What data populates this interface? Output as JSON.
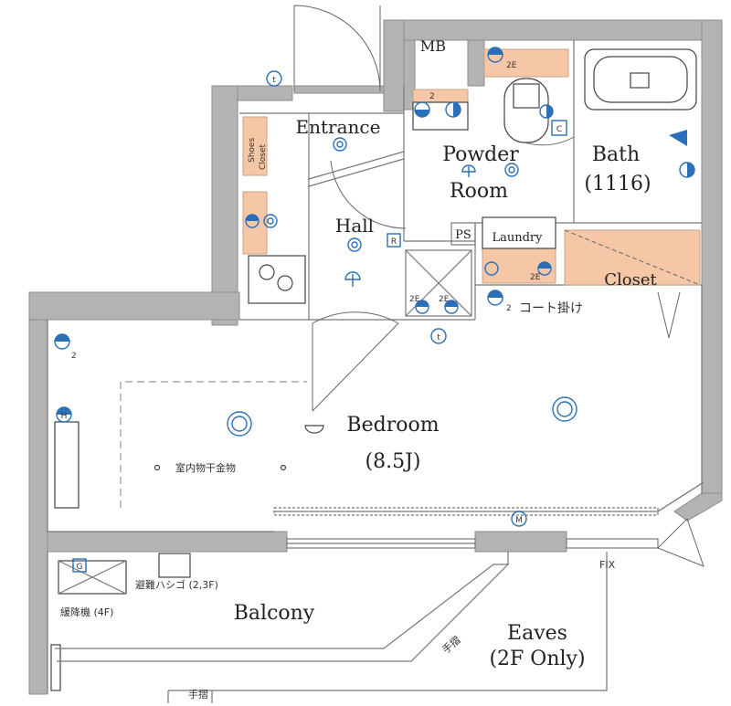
{
  "rooms": {
    "mb": "MB",
    "entrance": "Entrance",
    "shoes_closet_line1": "Shoes",
    "shoes_closet_line2": "Closet",
    "powder_line1": "Powder",
    "powder_line2": "Room",
    "bath_line1": "Bath",
    "bath_line2": "(1116)",
    "hall": "Hall",
    "ps": "PS",
    "laundry": "Laundry",
    "closet": "Closet",
    "bedroom": "Bedroom",
    "bedroom_size": "(8.5J)",
    "balcony": "Balcony",
    "eaves_line1": "Eaves",
    "eaves_line2": "(2F Only)"
  },
  "notes": {
    "coat_hook": "コート掛け",
    "drying_hardware": "室内物干金物",
    "escape_ladder": "避難ハシゴ (2,3F)",
    "descender": "緩降機 (4F)",
    "handrail_1": "手摺",
    "handrail_2": "手摺",
    "fix": "FIX"
  },
  "symbols": {
    "t_top": "t",
    "t_hall": "t",
    "c": "C",
    "r": "R",
    "m": "M",
    "g": "G",
    "h": "H",
    "two_left": "2",
    "two_coat": "2",
    "two_powder": "2",
    "two_e_1": "2E",
    "two_e_2": "2E",
    "two_e_3": "2E",
    "two_e_4": "2E"
  },
  "colors": {
    "wall": "#b3b3b3",
    "storage_fill": "#f6c7a6",
    "outlet_blue": "#2b6fb8"
  }
}
